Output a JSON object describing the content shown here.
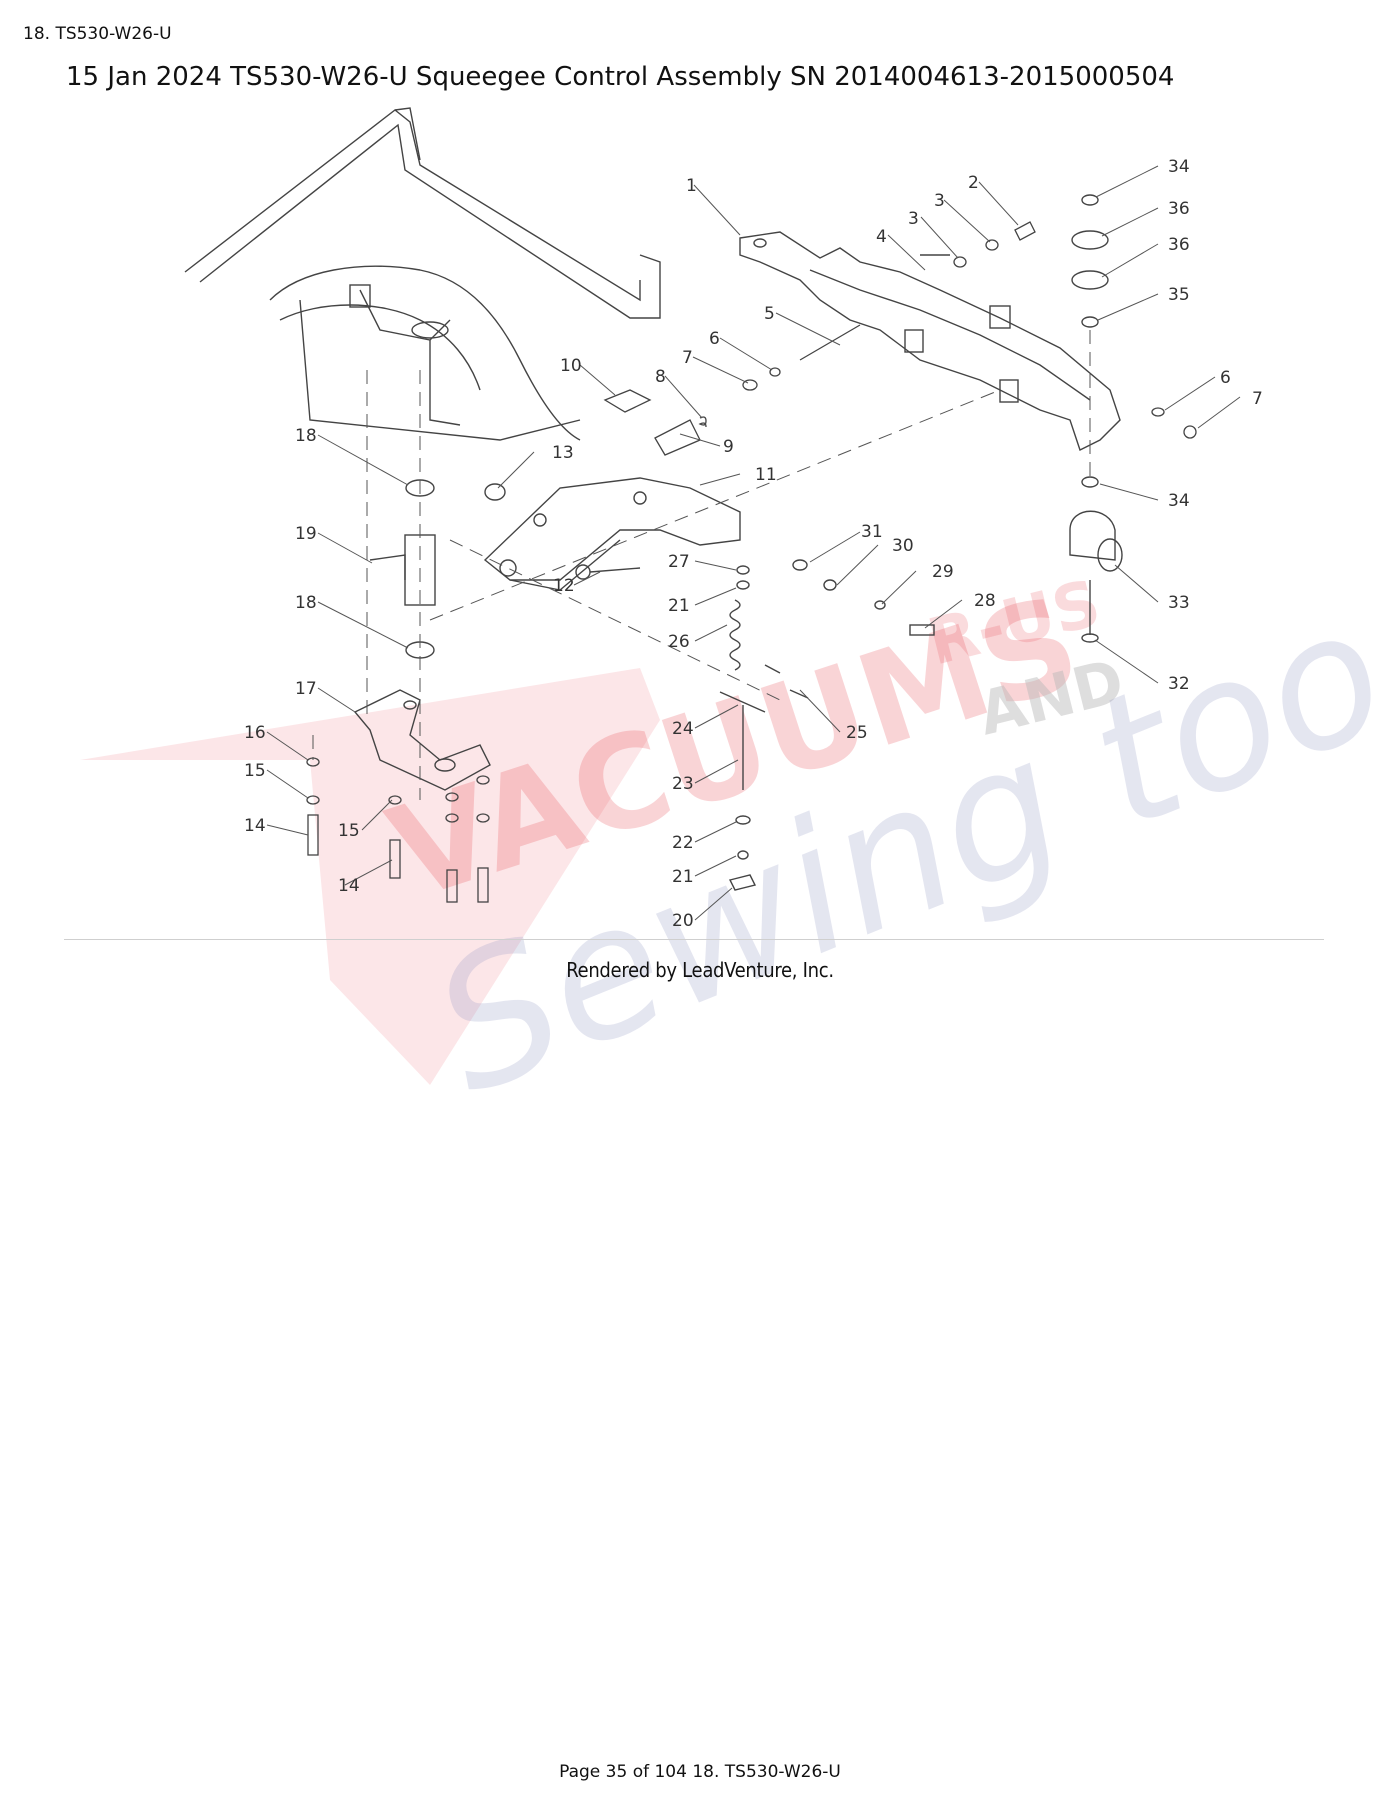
{
  "header": {
    "label": "18. TS530-W26-U"
  },
  "title": "15 Jan 2024 TS530-W26-U Squeegee Control Assembly SN 2014004613-2015000504",
  "diagram": {
    "callouts": [
      "1",
      "2",
      "3",
      "3",
      "4",
      "5",
      "6",
      "7",
      "8",
      "10",
      "9",
      "11",
      "13",
      "18",
      "19",
      "18",
      "17",
      "16",
      "15",
      "14",
      "15",
      "14",
      "12",
      "27",
      "21",
      "26",
      "24",
      "25",
      "23",
      "22",
      "21",
      "20",
      "31",
      "30",
      "29",
      "28",
      "34",
      "36",
      "36",
      "35",
      "6",
      "7",
      "34",
      "33",
      "32"
    ],
    "watermark": {
      "line1": "VACUUMS",
      "line2": "R-US",
      "line3": "AND",
      "line4": "Sewing too"
    },
    "colors": {
      "line": "#444444",
      "watermark_red": "#e8404a",
      "watermark_blue": "#8a8fc0",
      "watermark_gray": "#b8b8b8"
    }
  },
  "rendered_by": "Rendered by LeadVenture, Inc.",
  "footer": "Page 35 of 104 18. TS530-W26-U"
}
